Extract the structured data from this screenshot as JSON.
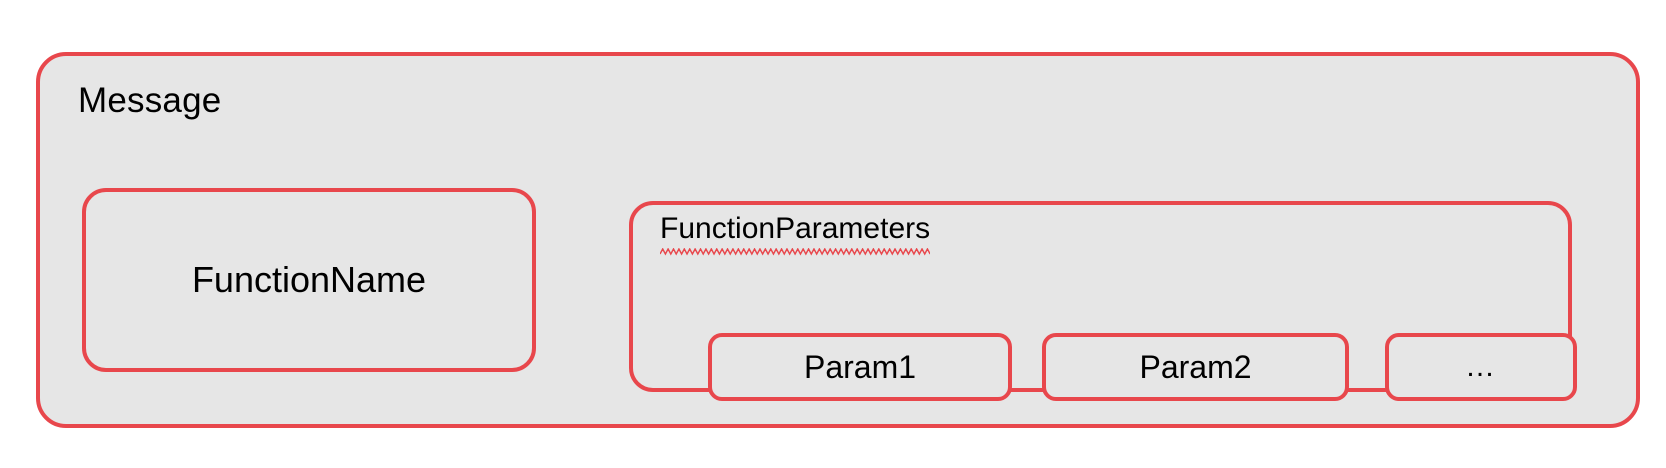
{
  "diagram": {
    "title": "Message structure diagram",
    "colors": {
      "border": "#e8474c",
      "fill": "#e6e6e6",
      "page_background": "#ffffff",
      "text": "#000000",
      "spellcheck_underline": "#e8474c"
    },
    "message_box": {
      "label": "Message"
    },
    "function_name_box": {
      "label": "FunctionName"
    },
    "function_parameters_box": {
      "label": "FunctionParameters",
      "spellcheck_flagged": true,
      "params": [
        {
          "label": "Param1"
        },
        {
          "label": "Param2"
        },
        {
          "label": "…"
        }
      ]
    }
  }
}
